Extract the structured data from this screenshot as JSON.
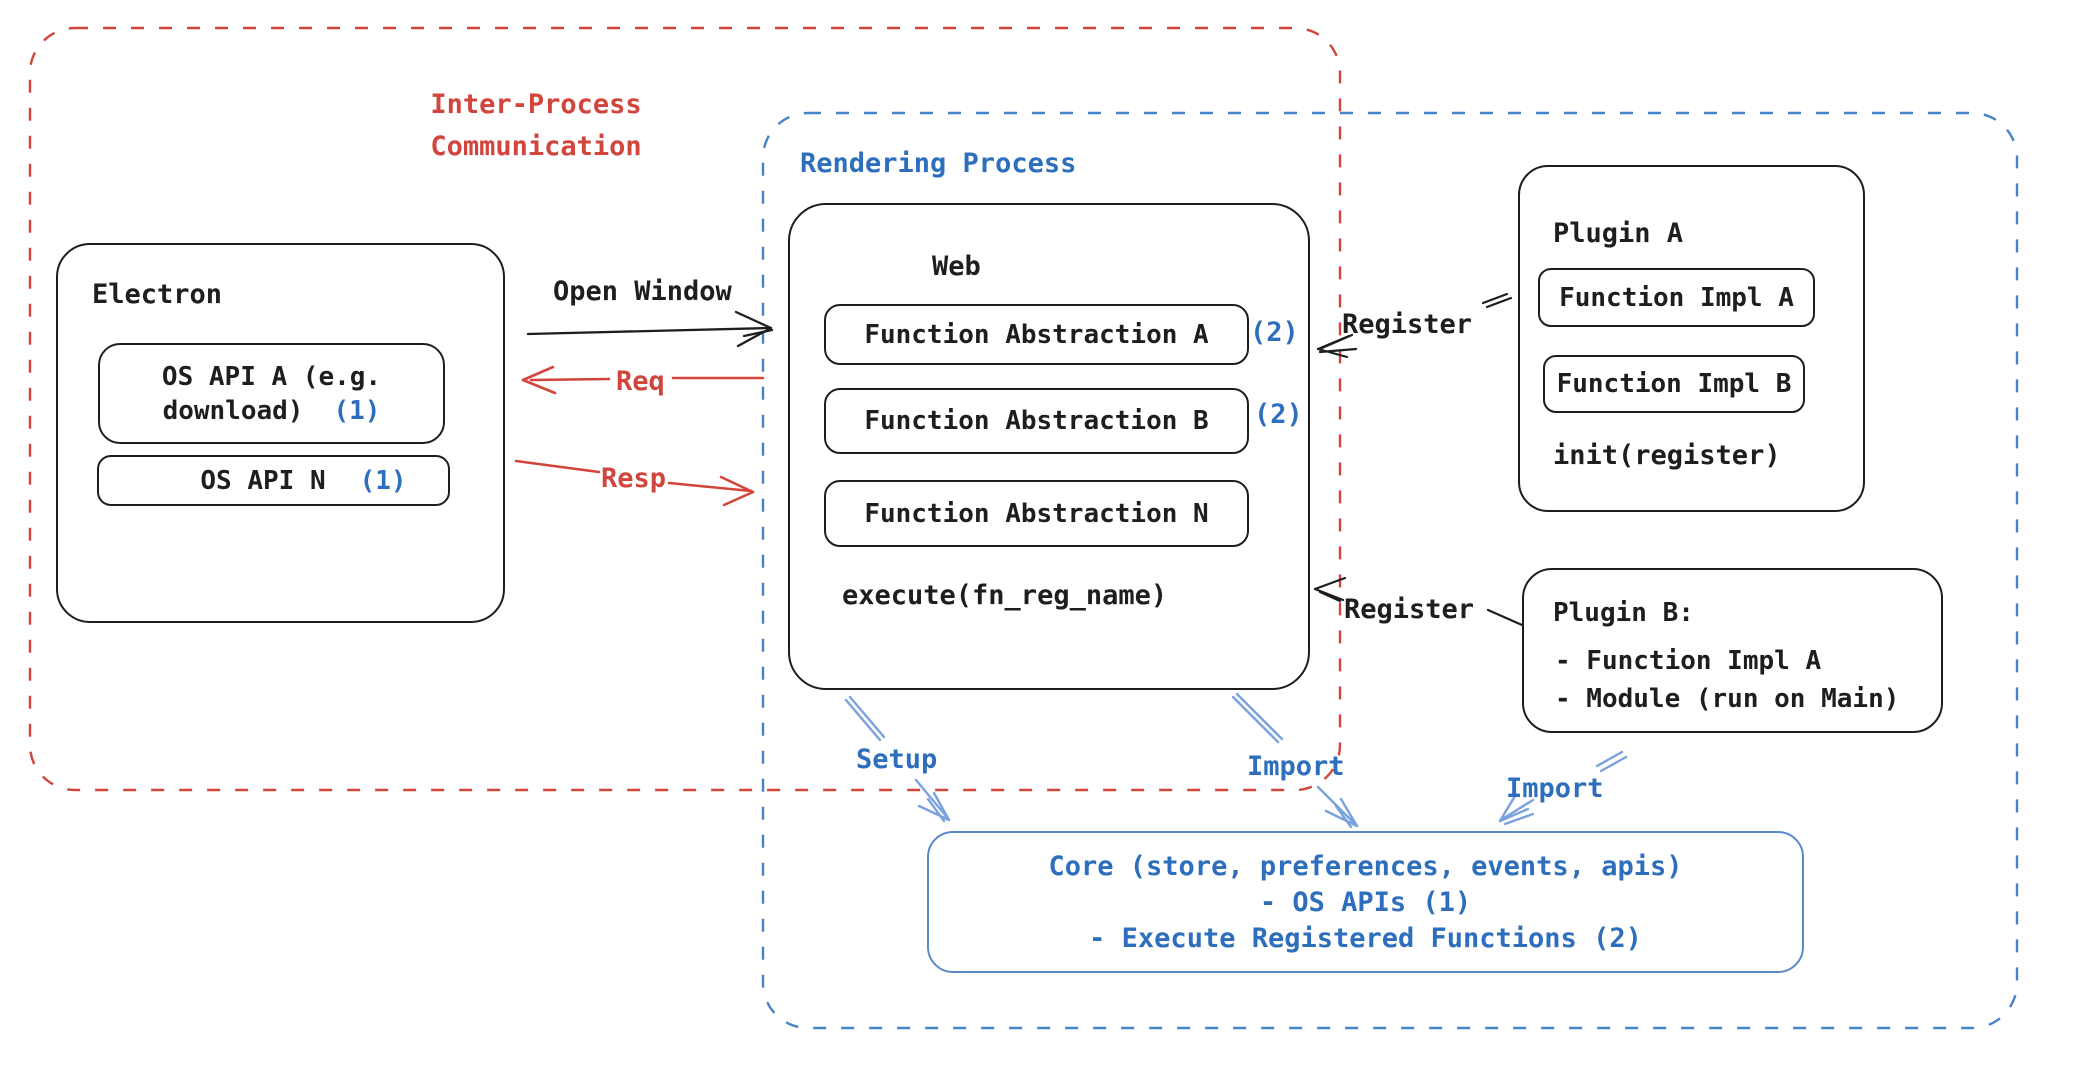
{
  "colors": {
    "ink": "#1e1e1e",
    "red": "#d1453c",
    "blue_text": "#2e6fbd",
    "blue_dash": "#4583cb",
    "blue_arrow": "#7aa2dd",
    "core_border": "#5b89c9"
  },
  "ipc": {
    "line1": "Inter-Process",
    "line2": "Communication"
  },
  "rendering": {
    "label": "Rendering Process"
  },
  "electron": {
    "title": "Electron",
    "api_a": {
      "line1": "OS API A (e.g.",
      "line2": "download)",
      "badge": "(1)"
    },
    "api_n": {
      "label": "OS API N",
      "badge": "(1)"
    }
  },
  "web": {
    "title": "Web",
    "abstractions": [
      {
        "label": "Function Abstraction A",
        "badge": "(2)"
      },
      {
        "label": "Function Abstraction B",
        "badge": "(2)"
      },
      {
        "label": "Function Abstraction N",
        "badge": ""
      }
    ],
    "execute": "execute(fn_reg_name)"
  },
  "plugin_a": {
    "title": "Plugin A",
    "impls": [
      "Function Impl A",
      "Function Impl B"
    ],
    "init": "init(register)"
  },
  "plugin_b": {
    "title": "Plugin B:",
    "items": [
      "- Function Impl A",
      "- Module (run on Main)"
    ]
  },
  "core": {
    "line1": "Core (store, preferences, events, apis)",
    "line2": "- OS APIs (1)",
    "line3": "- Execute Registered Functions (2)"
  },
  "arrows": {
    "open_window": "Open Window",
    "req": "Req",
    "resp": "Resp",
    "register_a": "Register",
    "register_b": "Register",
    "setup": "Setup",
    "import_web": "Import",
    "import_plugin": "Import"
  }
}
